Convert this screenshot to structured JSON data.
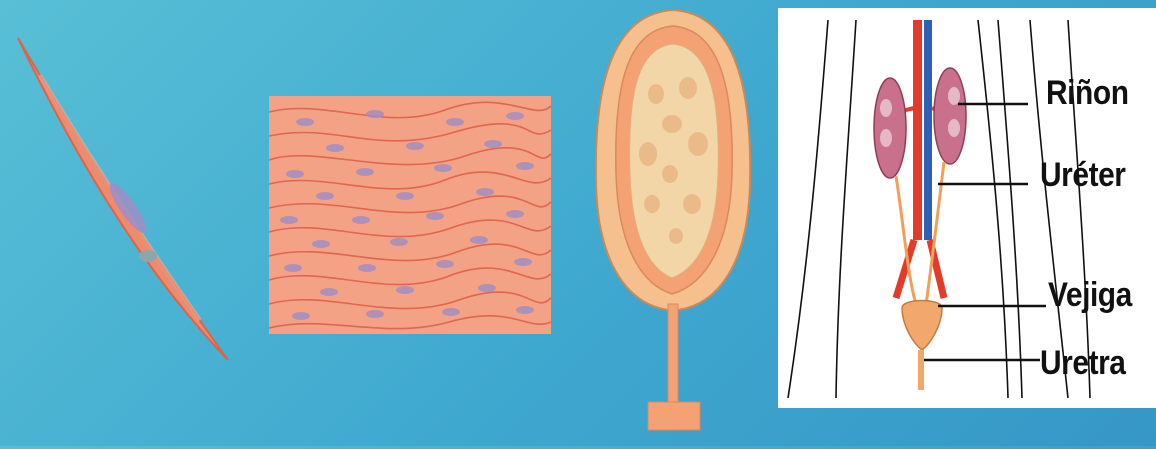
{
  "labels": {
    "kidney": "Riñon",
    "ureter": "Uréter",
    "bladder": "Vejiga",
    "urethra": "Uretra"
  },
  "colors": {
    "background": "#4fb3d4",
    "muscle": "#f08a6e",
    "muscle_light": "#f7b49c",
    "nucleus": "#9d8ec6",
    "bladder_wall": "#f6c08e",
    "bladder_inner": "#f3d6a8",
    "artery": "#e23b2a",
    "vein": "#2f5fb7"
  }
}
